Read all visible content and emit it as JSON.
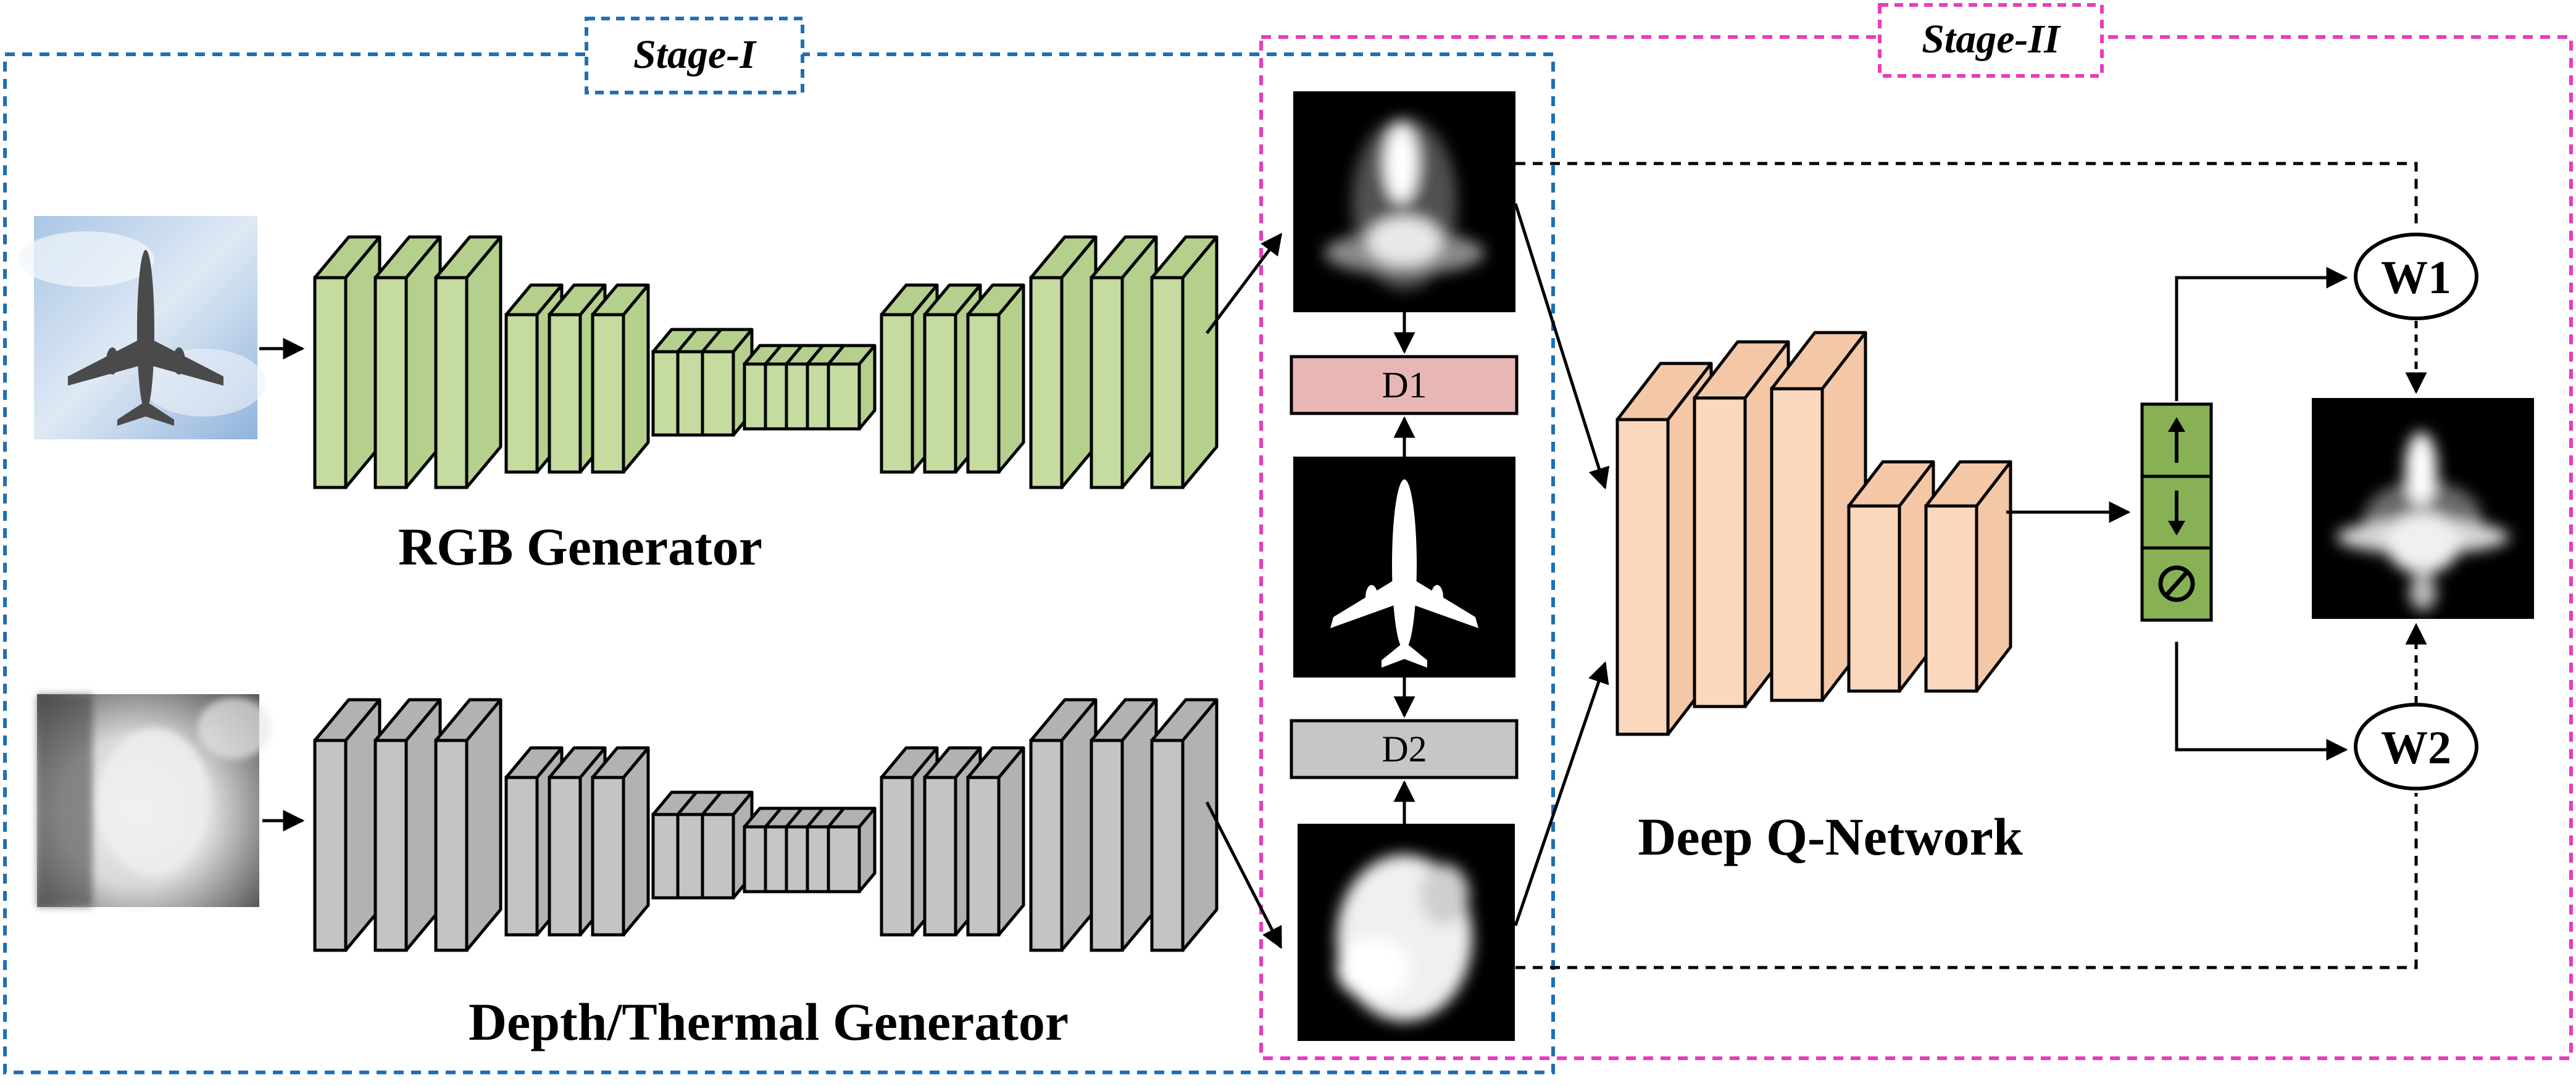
{
  "stages": {
    "stage1": {
      "label": "Stage-I",
      "color": "#1f6fb5"
    },
    "stage2": {
      "label": "Stage-II",
      "color": "#e83cbd"
    }
  },
  "generators": {
    "rgb": {
      "label": "RGB Generator",
      "face": "#c5dba0",
      "side": "#b5cf8c"
    },
    "depth": {
      "label": "Depth/Thermal Generator",
      "face": "#c4c4c4",
      "side": "#b2b2b2"
    }
  },
  "discriminators": {
    "d1": {
      "label": "D1",
      "fill": "#e8b7b5"
    },
    "d2": {
      "label": "D2",
      "fill": "#c6c6c6"
    }
  },
  "dqn": {
    "label": "Deep Q-Network",
    "face": "#fbd7bd",
    "side": "#f4c7a7"
  },
  "actions": {
    "fill": "#88b054",
    "items": [
      {
        "name": "increase",
        "glyph": "↑"
      },
      {
        "name": "decrease",
        "glyph": "↓"
      },
      {
        "name": "no-change",
        "glyph": "⊘"
      }
    ]
  },
  "weights": {
    "w1": {
      "label": "W1"
    },
    "w2": {
      "label": "W2"
    }
  }
}
